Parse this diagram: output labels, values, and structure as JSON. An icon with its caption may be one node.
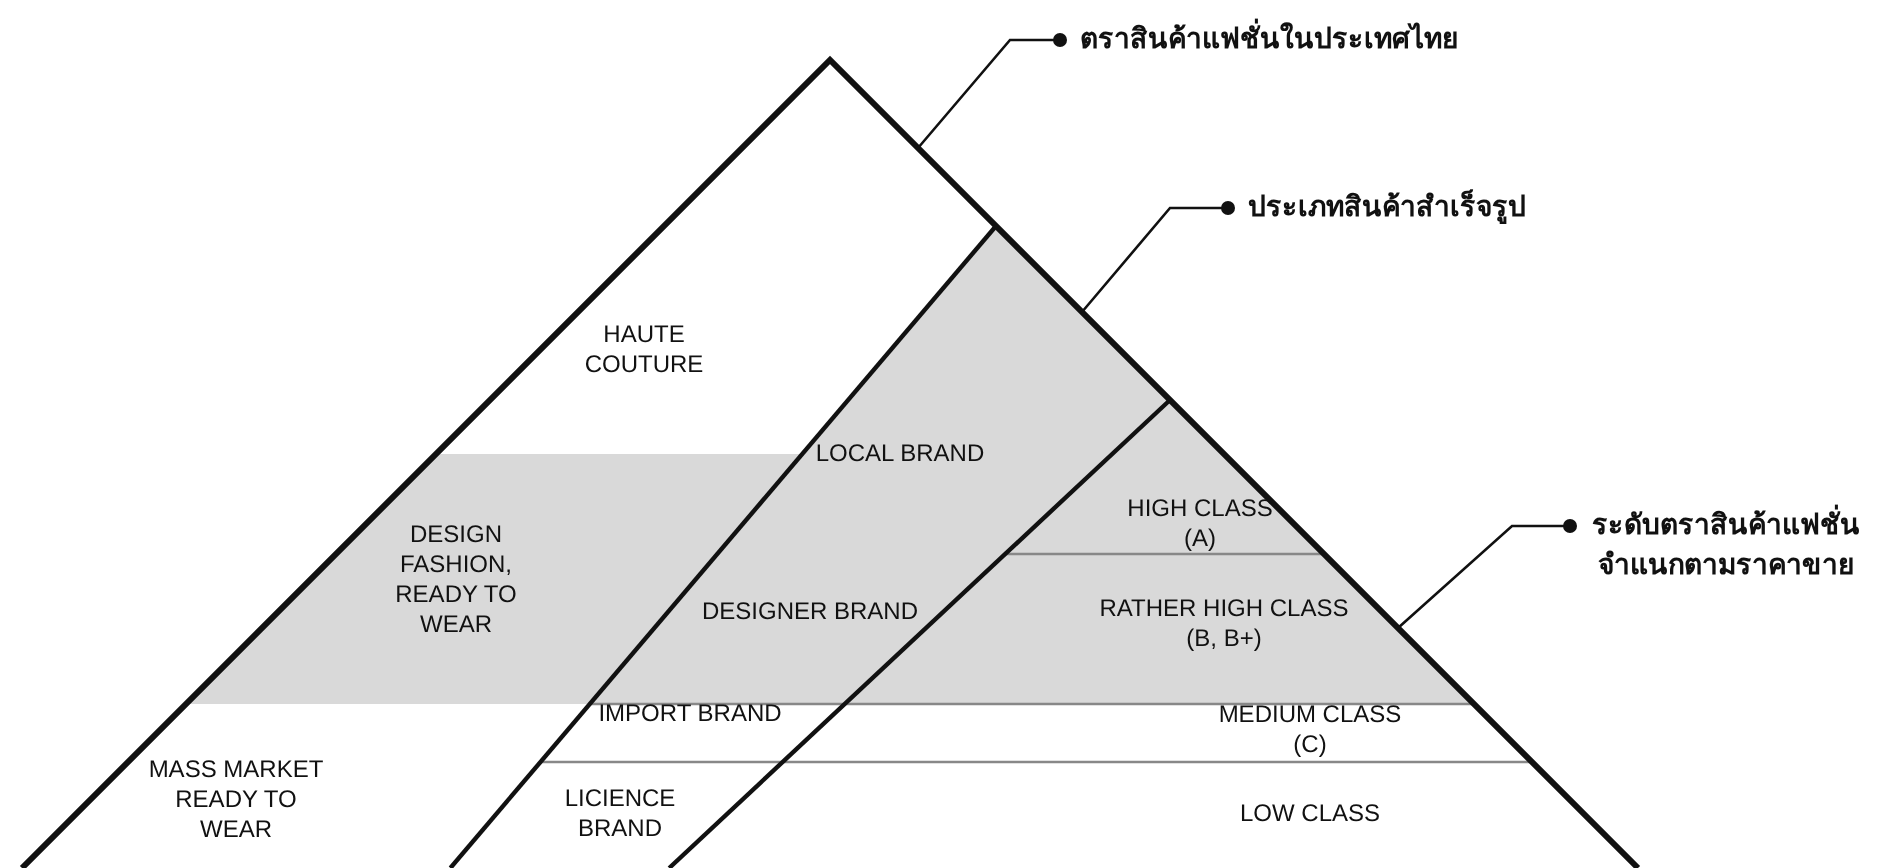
{
  "diagram": {
    "nodes": [
      {
        "text": [
          "HAUTE COUTURE"
        ]
      },
      {
        "text": [
          "DESIGN FASHION, READY TO WEAR"
        ]
      },
      {
        "text": [
          "MASS MARKET READY TO WEAR"
        ]
      },
      {
        "text": [
          "LOCAL BRAND"
        ]
      },
      {
        "text": [
          "DESIGNER BRAND"
        ]
      },
      {
        "text": [
          "IMPORT BRAND"
        ]
      },
      {
        "text": [
          "LICIENCE BRAND"
        ]
      },
      {
        "text": [
          "HIGH CLASS (A)"
        ]
      },
      {
        "text": [
          "RATHER HIGH CLASS (B, B+)"
        ]
      },
      {
        "text": [
          "MEDIUM CLASS (C)"
        ]
      },
      {
        "text": [
          "LOW CLASS"
        ]
      },
      {
        "text": [
          "ตราสินค้าแฟชั่นในประเทศไทย"
        ]
      },
      {
        "text": [
          "ประเภทสินค้าสำเร็จรูป"
        ]
      },
      {
        "text": [
          "ระดับตราสินค้าแฟชั่น จำแนกตามราคาขาย"
        ]
      }
    ],
    "edges": [
      {
        "from": 11,
        "to": null,
        "arrow": "other"
      },
      {
        "from": 12,
        "to": null,
        "arrow": "other"
      },
      {
        "from": 13,
        "to": null,
        "arrow": "other"
      }
    ]
  }
}
